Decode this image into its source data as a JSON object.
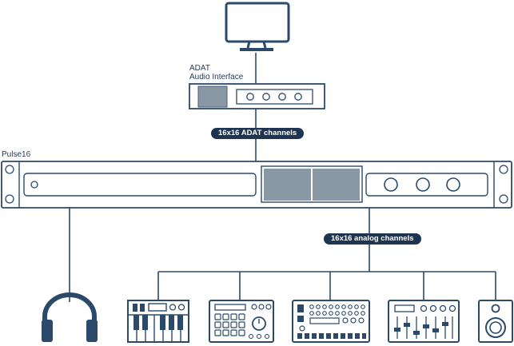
{
  "labels": {
    "interface_line1": "ADAT",
    "interface_line2": "Audio Interface",
    "pulse": "Pulse16",
    "adat_channels": "16x16 ADAT channels",
    "analog_channels": "16x16 analog channels"
  },
  "devices": [
    {
      "name": "computer-monitor-icon"
    },
    {
      "name": "adat-audio-interface"
    },
    {
      "name": "pulse16-rack-unit"
    },
    {
      "name": "headphones-icon"
    },
    {
      "name": "keyboard-synth-icon"
    },
    {
      "name": "drum-machine-icon"
    },
    {
      "name": "sequencer-icon"
    },
    {
      "name": "mixer-icon"
    },
    {
      "name": "speaker-icon"
    }
  ],
  "colors": {
    "line": "#2b4a6b",
    "fill": "#8a98a6",
    "pill": "#1d3550",
    "text": "#1e3a5a"
  }
}
